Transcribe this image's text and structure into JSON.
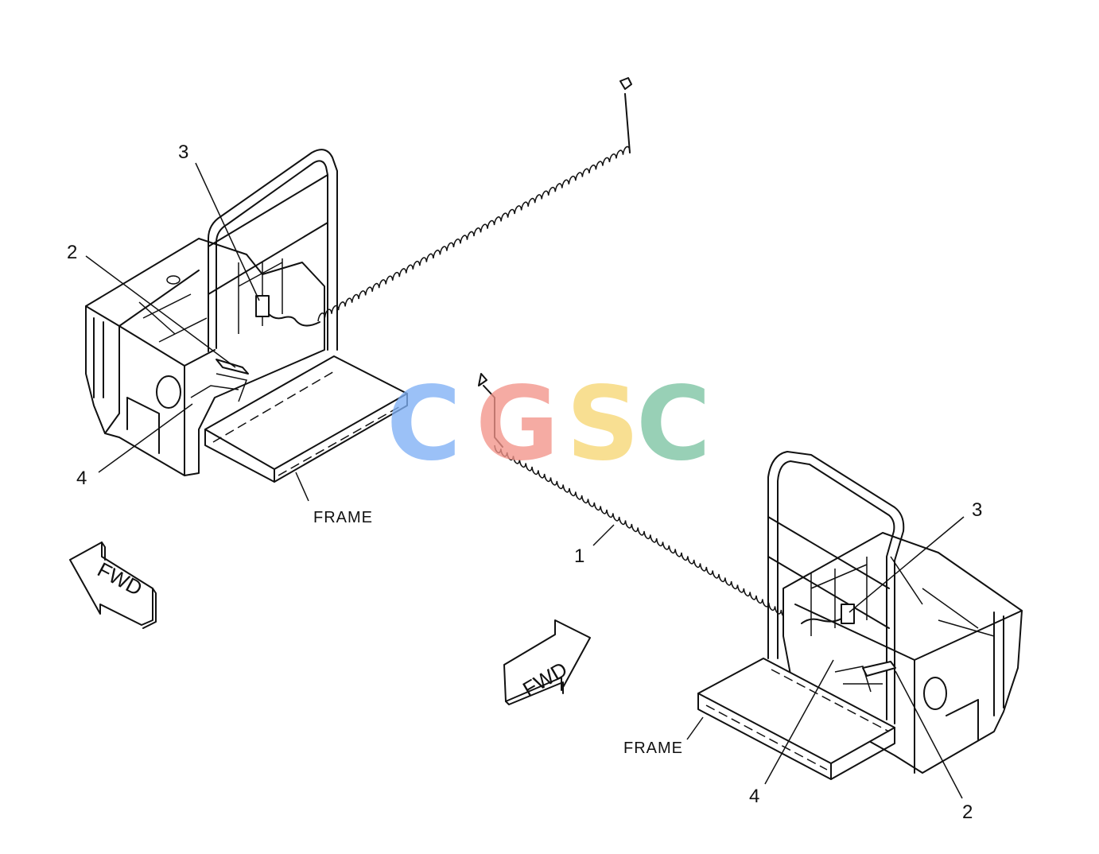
{
  "callouts": {
    "left_3": "3",
    "left_2": "2",
    "left_4": "4",
    "middle_1": "1",
    "right_3": "3",
    "right_4": "4",
    "right_2": "2"
  },
  "labels": {
    "frame_left": "FRAME",
    "frame_right": "FRAME"
  },
  "arrows": {
    "fwd_left": "FWD",
    "fwd_right": "FWD"
  },
  "watermark": {
    "letters": [
      "C",
      "G",
      "S",
      "C"
    ],
    "colors": [
      "#7fb0f5",
      "#f3948a",
      "#f7d774",
      "#7cc3a2"
    ]
  }
}
